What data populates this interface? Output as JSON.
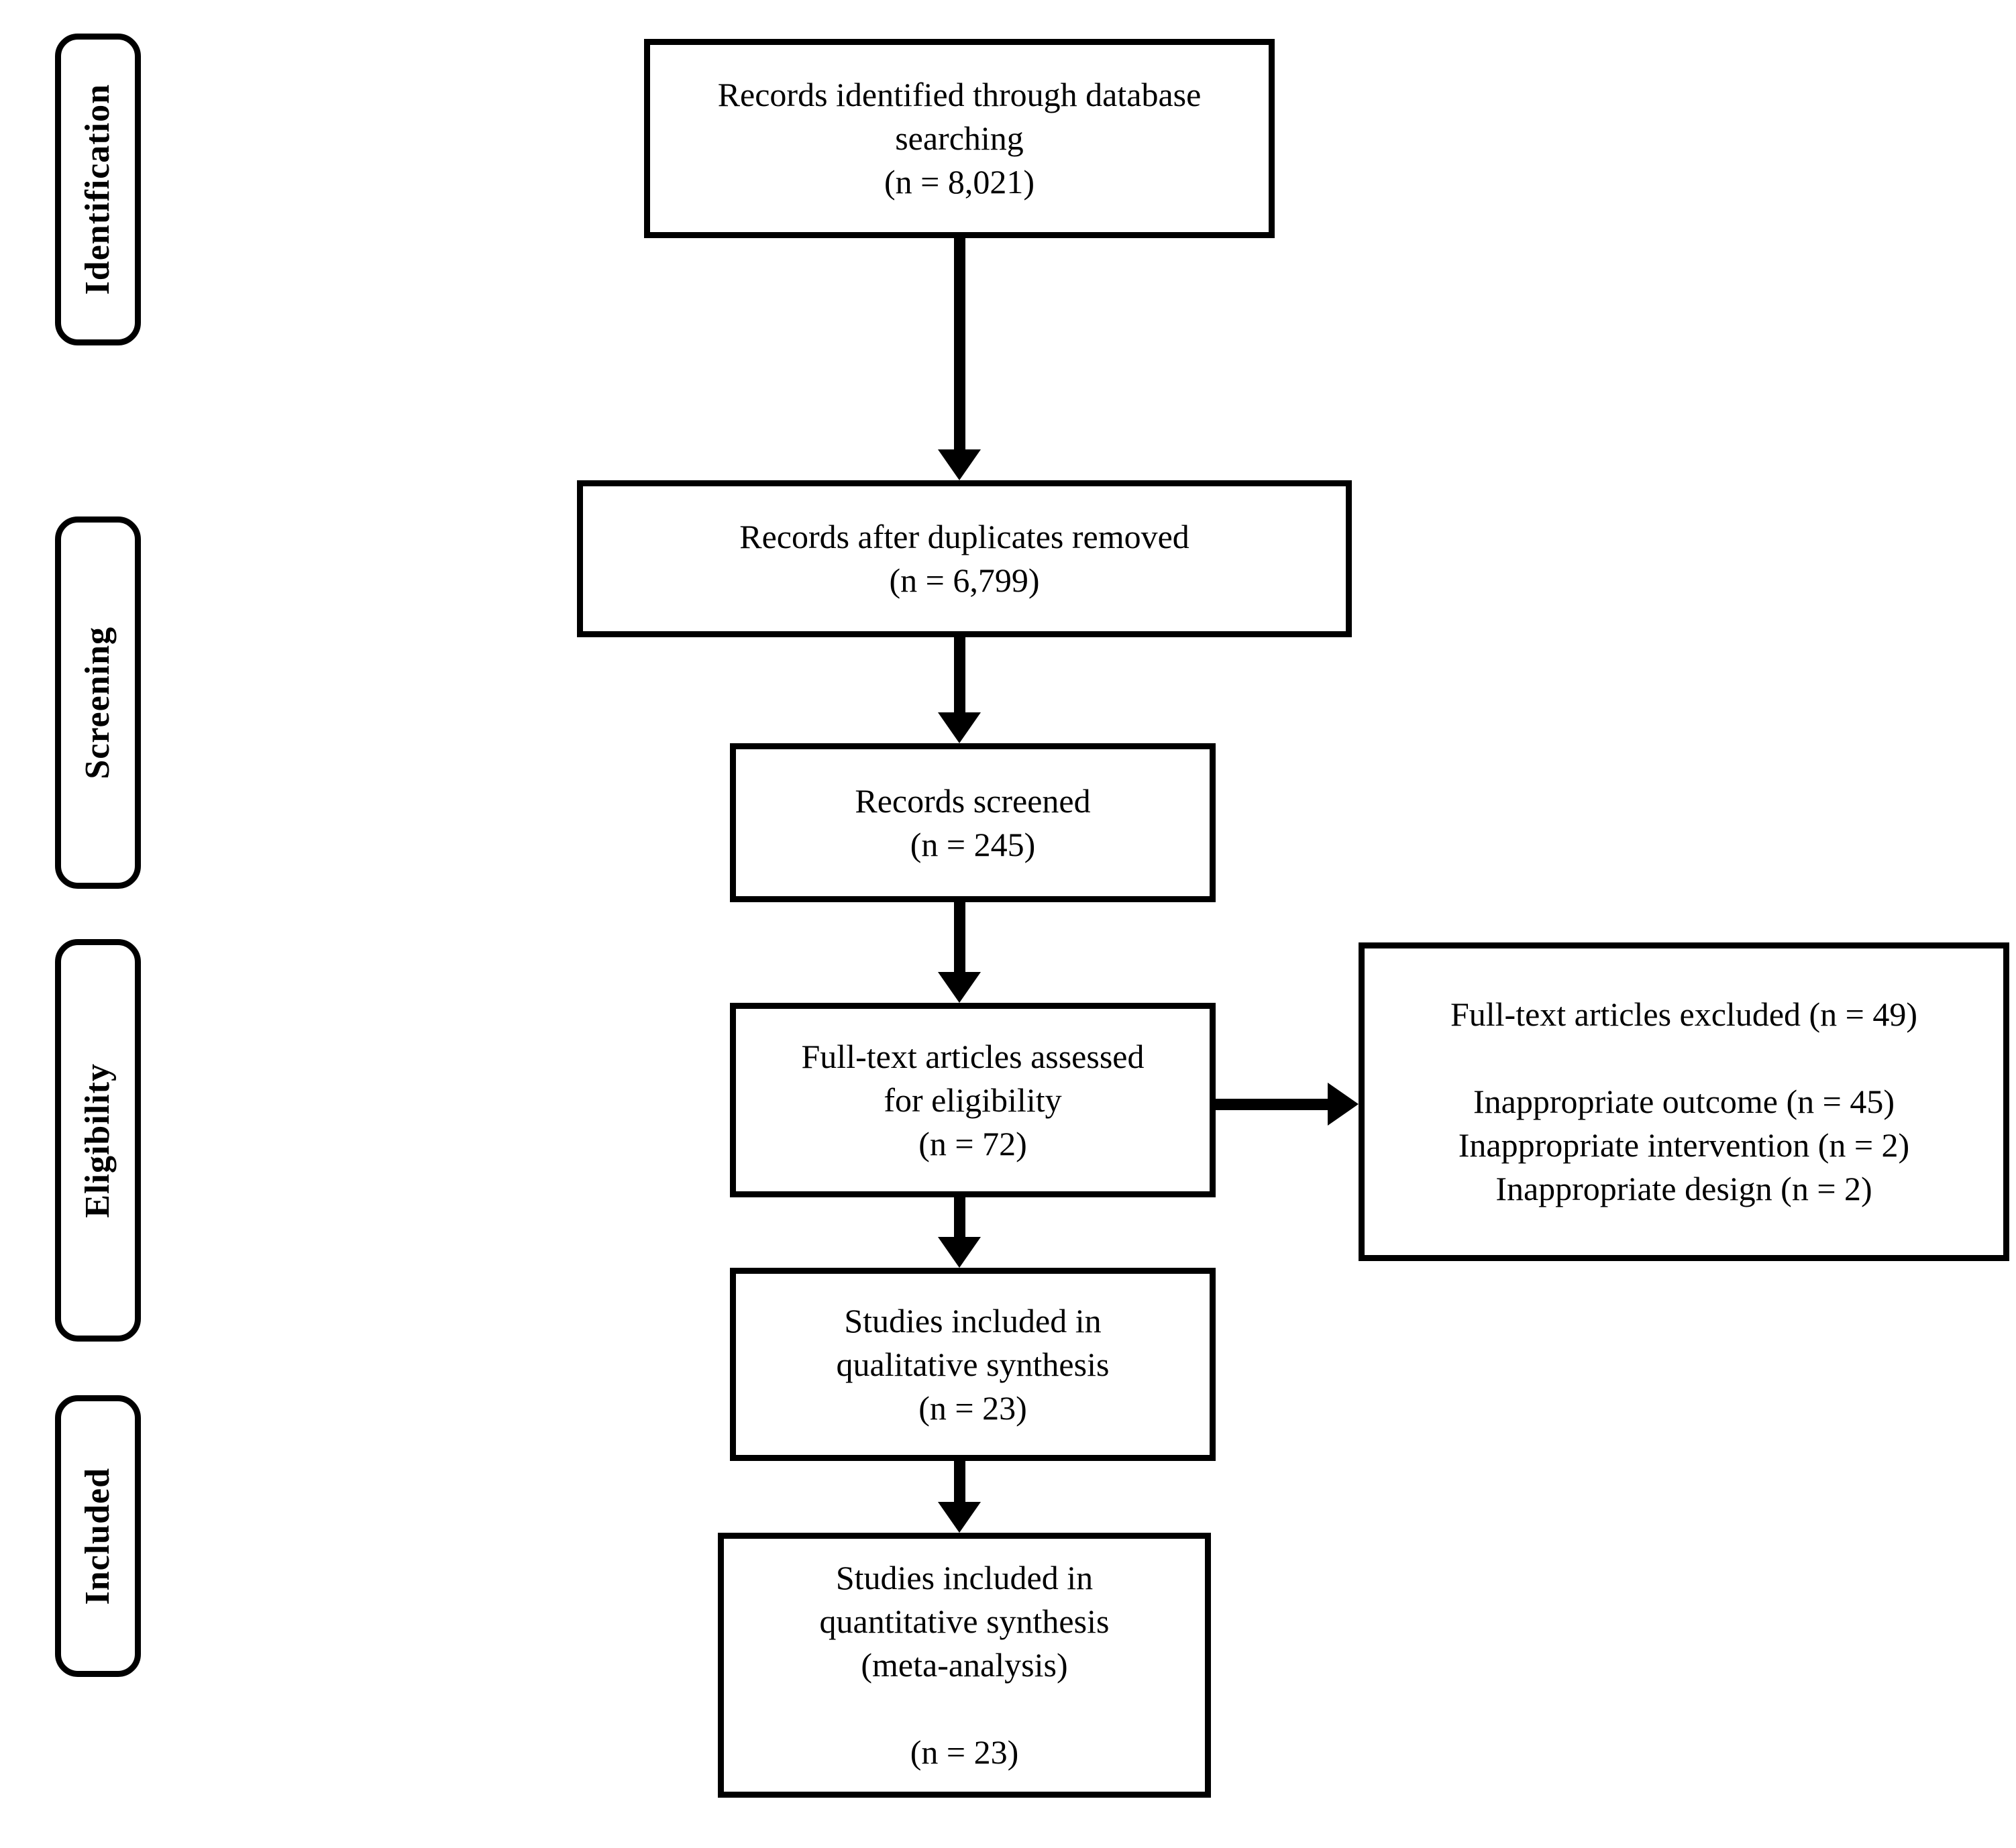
{
  "diagram": {
    "type": "prisma-flow-diagram",
    "stages": [
      {
        "id": "identification",
        "label": "Identification"
      },
      {
        "id": "screening",
        "label": "Screening"
      },
      {
        "id": "eligibility",
        "label": "Eligibility"
      },
      {
        "id": "included",
        "label": "Included"
      }
    ],
    "boxes": [
      {
        "id": "records-identified",
        "text": "Records identified through database\nsearching\n(n = 8,021)",
        "n": 8021
      },
      {
        "id": "records-after-duplicates",
        "text": "Records after duplicates removed\n(n = 6,799)",
        "n": 6799
      },
      {
        "id": "records-screened",
        "text": "Records screened\n(n = 245)",
        "n": 245
      },
      {
        "id": "fulltext-assessed",
        "text": "Full-text articles assessed\nfor eligibility\n(n = 72)",
        "n": 72
      },
      {
        "id": "fulltext-excluded",
        "text": "Full-text articles excluded (n = 49)\n\nInappropriate outcome (n = 45)\nInappropriate intervention (n = 2)\nInappropriate design (n = 2)",
        "n": 49,
        "reasons": [
          {
            "label": "Inappropriate outcome",
            "n": 45
          },
          {
            "label": "Inappropriate intervention",
            "n": 2
          },
          {
            "label": "Inappropriate design",
            "n": 2
          }
        ]
      },
      {
        "id": "qualitative-synthesis",
        "text": "Studies included in\nqualitative synthesis\n(n = 23)",
        "n": 23
      },
      {
        "id": "quantitative-synthesis",
        "text": "Studies included in\nquantitative synthesis\n(meta-analysis)\n\n(n = 23)",
        "n": 23
      }
    ],
    "colors": {
      "stroke": "#000000",
      "fill": "#ffffff",
      "text": "#000000"
    }
  }
}
